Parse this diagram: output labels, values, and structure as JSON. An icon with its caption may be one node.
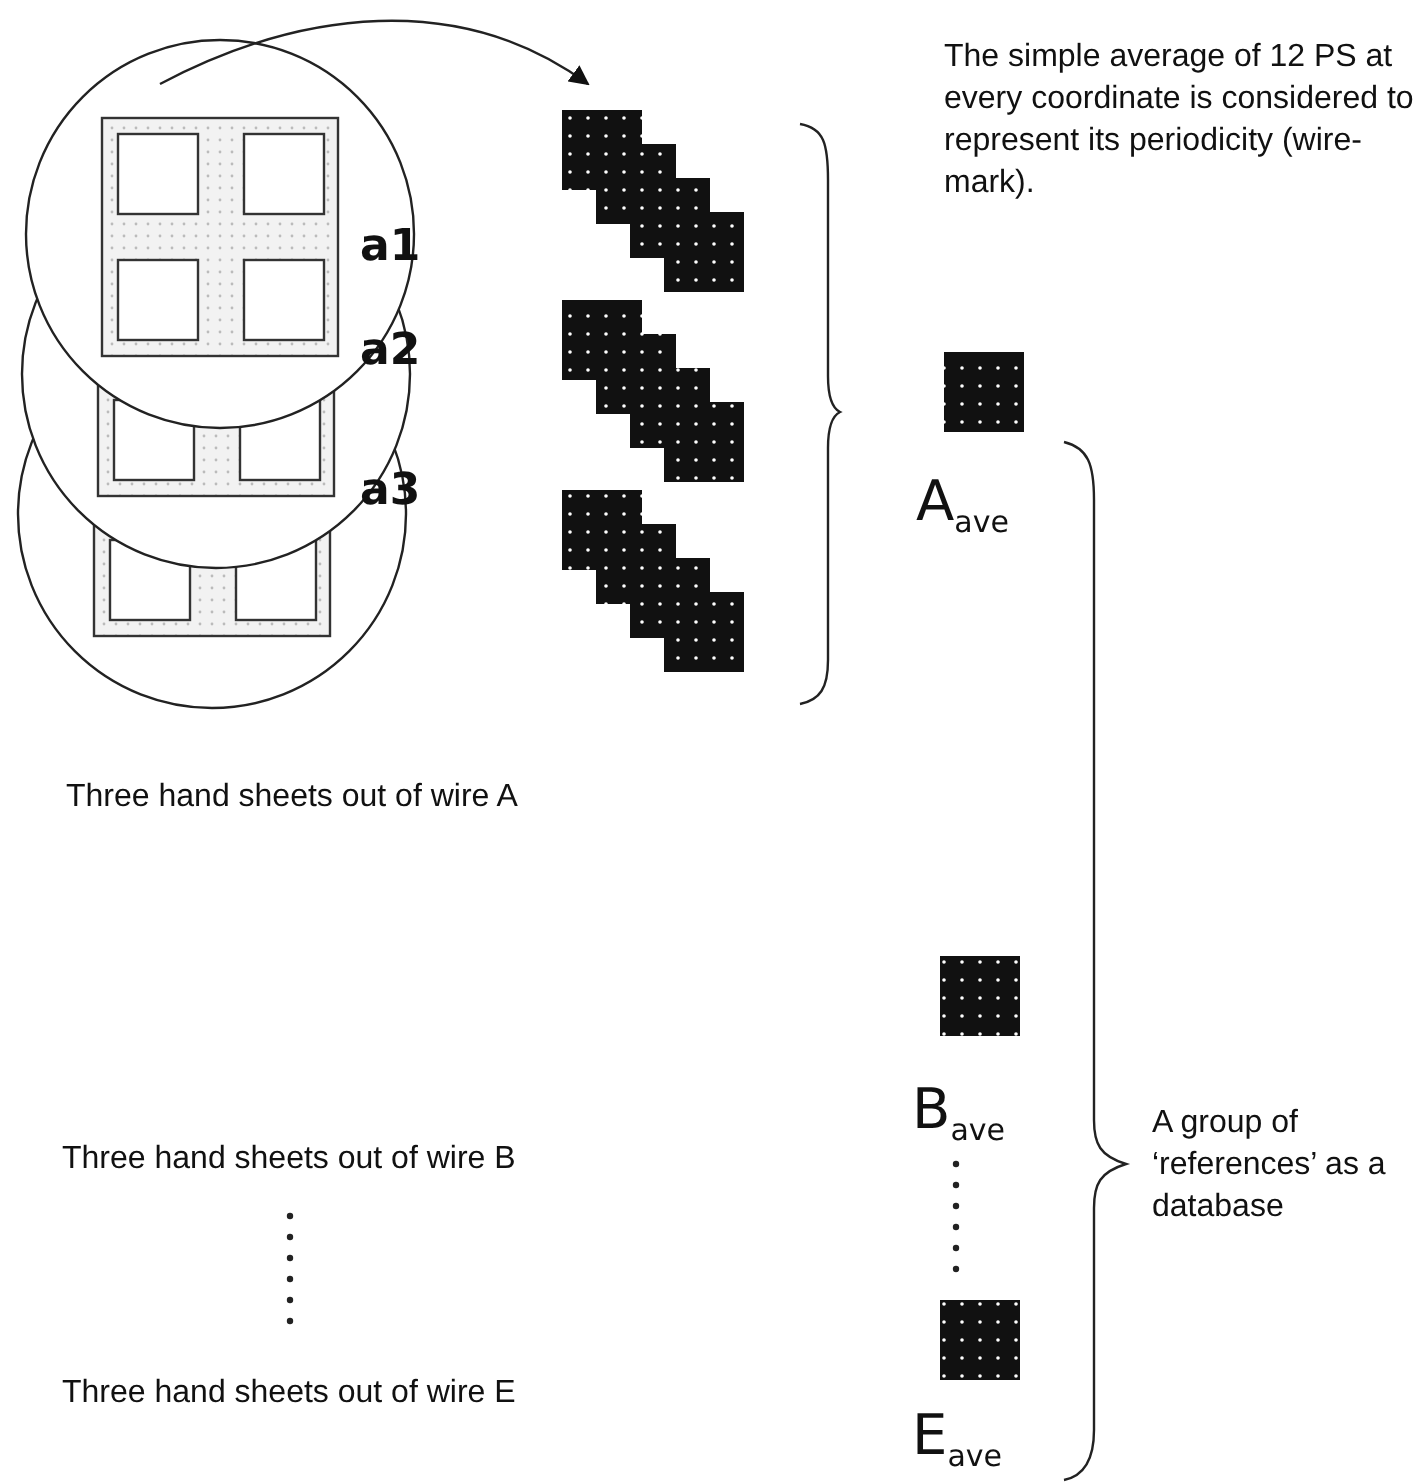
{
  "diagram": {
    "nodes": [
      {
        "text": [
          "a1"
        ]
      },
      {
        "text": [
          "a2"
        ]
      },
      {
        "text": [
          "a3"
        ]
      },
      {
        "text": [],
        "shape": "picture"
      }
    ],
    "edges": [
      {
        "from": 0,
        "to": 3,
        "arrow": "to"
      }
    ],
    "labels": [
      "The simple average of 12 PS at every coordinate is considered to represent its periodicity (wire-mark).",
      "A$_{ave}$",
      "Three hand sheets out of wire A",
      "A group of ‘references’ as a database",
      "Three hand sheets out of wire B",
      "B$_{ave}$",
      "Three hand sheets out of wire E",
      "E$_{ave}$"
    ]
  }
}
